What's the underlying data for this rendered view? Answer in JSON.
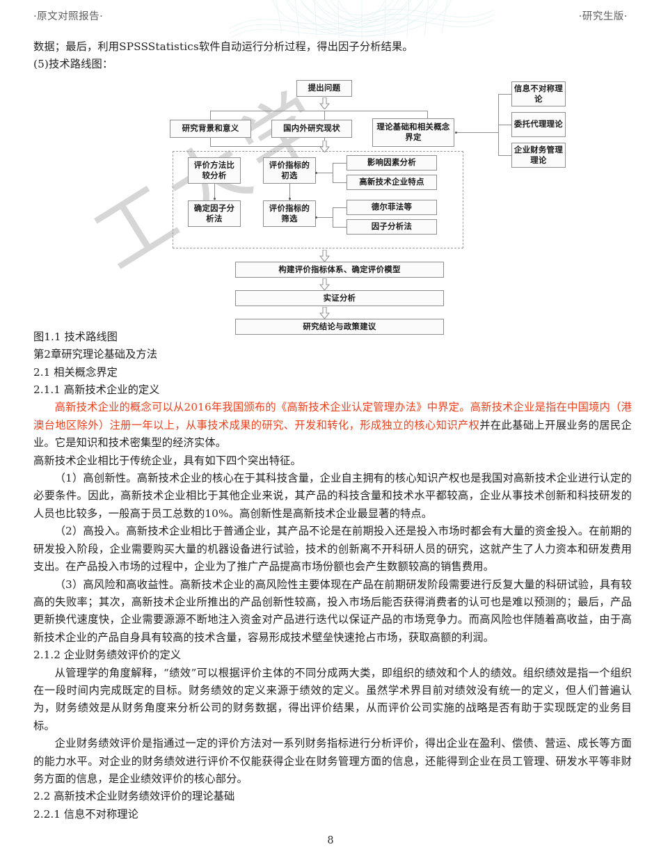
{
  "header": {
    "left": "·原文对照报告·",
    "right": "·研究生版·"
  },
  "watermark": {
    "text": "工大学"
  },
  "body": {
    "line_top_1": "数据；最后，利用SPSSStatistics软件自动运行分析过程，得出因子分析结果。",
    "line_top_2": "(5)技术路线图：",
    "figure_caption": "图1.1  技术路线图",
    "chapter_heading": "第2章研究理论基础及方法",
    "section_2_1": "2.1  相关概念界定",
    "section_2_1_1": "2.1.1  高新技术企业的定义",
    "para_def_red": "高新技术企业的概念可以从2016年我国颁布的《高新技术企业认定管理办法》中界定。高新技术企业是指在中国境内（港澳台地区除外）注册一年以上，从事技术成果的研究、开发和转化，形成独立的核心知识产权",
    "para_def_black": "并在此基础上开展业务的居民企业。它是知识和技术密集型的经济实体。",
    "para_features_intro": "高新技术企业相比于传统企业，具有如下四个突出特征。",
    "para_feature_1": "（1）高创新性。高新技术企业的核心在于其科技含量，企业自主拥有的核心知识产权也是我国对高新技术企业进行认定的必要条件。因此，高新技术企业相比于其他企业来说，其产品的科技含量和技术水平都较高，企业从事技术创新和科技研发的人员也比较多，一般高于员工总数的10%。高创新性是高新技术企业最显著的特点。",
    "para_feature_2": "（2）高投入。高新技术企业相比于普通企业，其产品不论是在前期投入还是投入市场时都会有大量的资金投入。在前期的研发投入阶段，企业需要购买大量的机器设备进行试验，技术的创新离不开科研人员的研究，这就产生了人力资本和研发费用支出。在产品投入市场的过程中，企业为了推广产品提高市场份额也会产生数额较高的销售费用。",
    "para_feature_3": "（3）高风险和高收益性。高新技术企业的高风险性主要体现在产品在前期研发阶段需要进行反复大量的科研试验，具有较高的失败率；其次，高新技术企业所推出的产品创新性较高，投入市场后能否获得消费者的认可也是难以预测的；最后，产品更新换代速度快，企业需要源源不断地注入资金对产品进行迭代以保证产品的市场竞争力。而高风险也伴随着高收益，由于高新技术企业的产品自身具有较高的技术含量，容易形成技术壁垒快速抢占市场，获取高额的利润。",
    "section_2_1_2": "2.1.2  企业财务绩效评价的定义",
    "para_perf_1": "从管理学的角度解释，“绩效”可以根据评价主体的不同分成两大类，即组织的绩效和个人的绩效。组织绩效是指一个组织在一段时间内完成既定的目标。财务绩效的定义来源于绩效的定义。虽然学术界目前对绩效没有统一的定义，但人们普遍认为，财务绩效是从财务角度来分析公司的财务数据，得出评价结果，从而评价公司实施的战略是否有助于实现既定的业务目标。",
    "para_perf_2": "企业财务绩效评价是指通过一定的评价方法对一系列财务指标进行分析评价，得出企业在盈利、偿债、营运、成长等方面的能力水平。对企业的财务绩效进行评价不仅能获得企业在财务管理方面的信息，还能得到企业在员工管理、研发水平等非财务方面的信息，是企业绩效评价的核心部分。",
    "section_2_2": "2.2  高新技术企业财务绩效评价的理论基础",
    "section_2_2_1": "2.2.1  信息不对称理论"
  },
  "figure": {
    "nodes": {
      "problem": "提出问题",
      "background": "研究背景和意义",
      "status": "国内外研究现状",
      "theory_base": "理论基础和相关概念界定",
      "theory_1": "信息不对称理论",
      "theory_2": "委托代理理论",
      "theory_3": "企业财务管理理论",
      "method_compare": "评价方法比较分析",
      "factor_method": "确定因子分析法",
      "index_initial": "评价指标的初选",
      "index_filter": "评价指标的筛选",
      "influence": "影响因素分析",
      "hitech_feature": "高新技术企业特点",
      "delphi": "德尔菲法等",
      "factor_analysis": "因子分析法",
      "build_model": "构建评价指标体系、确定评价模型",
      "empirical": "实证分析",
      "conclusion": "研究结论与政策建议"
    }
  },
  "page_number": "8",
  "colors": {
    "red_text": "#e8401c",
    "box_border": "#8d8d8d",
    "dashed_border": "#9a9a9a",
    "watermark": "#c9c9c9",
    "guilloche": "#cfe9ea"
  }
}
